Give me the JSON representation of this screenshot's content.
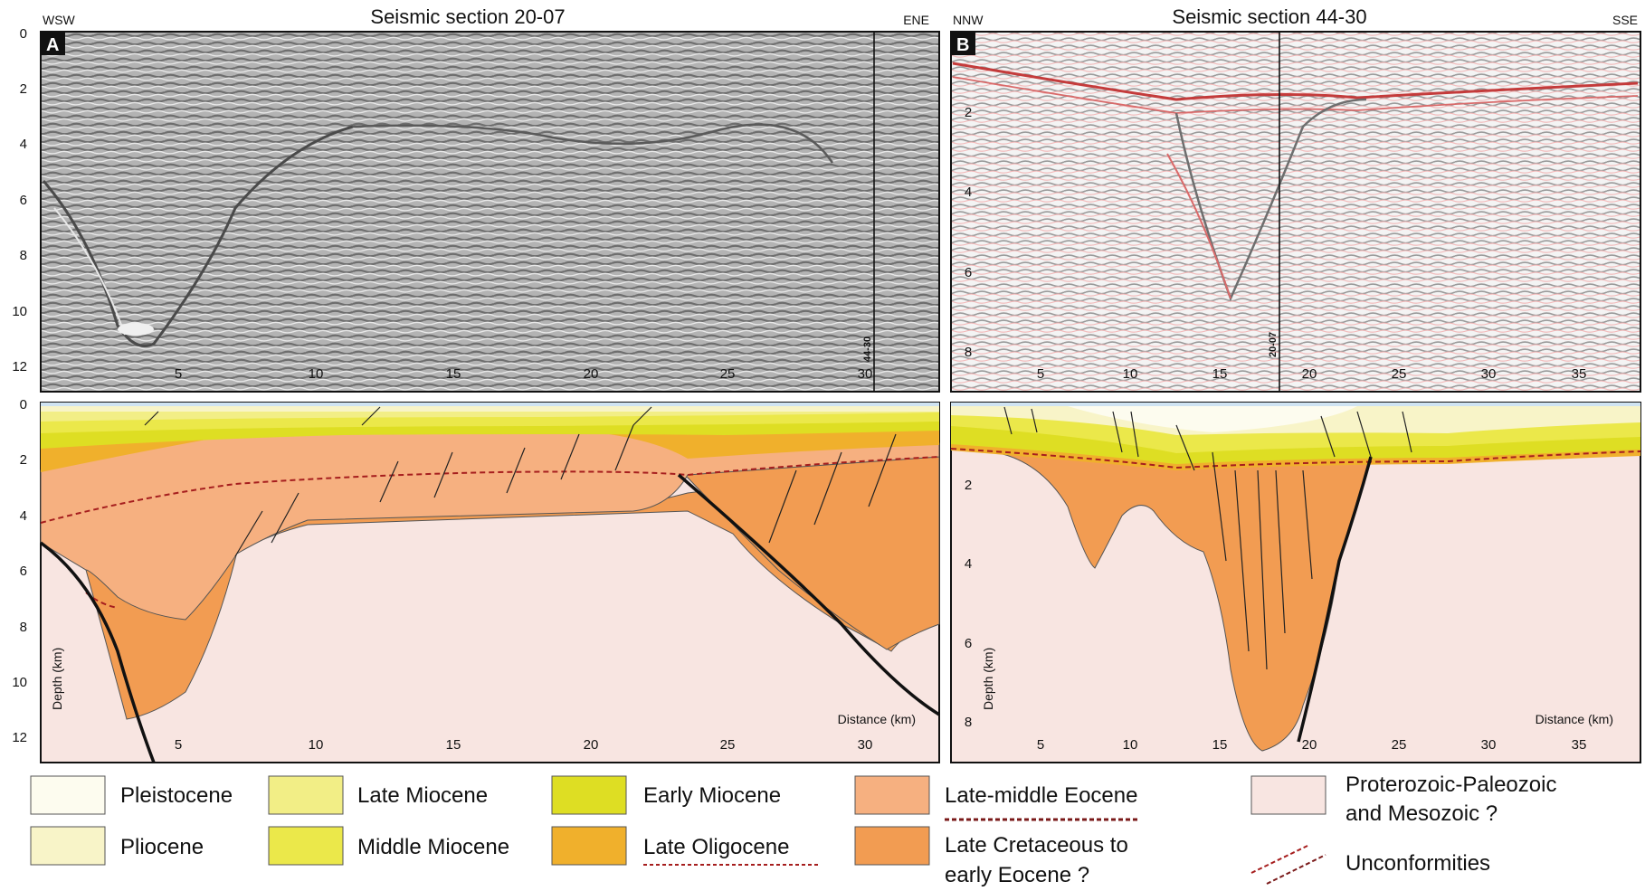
{
  "panel_a": {
    "title": "Seismic section 20-07",
    "left_dir": "WSW",
    "right_dir": "ENE",
    "label": "A",
    "crossline": "44-30",
    "depth_ticks": [
      "0",
      "2",
      "4",
      "6",
      "8",
      "10",
      "12"
    ],
    "distance_ticks": [
      "5",
      "10",
      "15",
      "20",
      "25",
      "30"
    ],
    "ylabel": "Depth (km)",
    "xlabel": "Distance (km)"
  },
  "panel_b": {
    "title": "Seismic section 44-30",
    "left_dir": "NNW",
    "right_dir": "SSE",
    "label": "B",
    "crossline": "20-07",
    "depth_ticks": [
      "2",
      "4",
      "6",
      "8"
    ],
    "section_depth_ticks": [
      "2",
      "4",
      "6",
      "8"
    ],
    "distance_ticks": [
      "5",
      "10",
      "15",
      "20",
      "25",
      "30",
      "35"
    ],
    "ylabel": "Depth (km)",
    "xlabel": "Distance (km)"
  },
  "legend": [
    {
      "label": "Pleistocene",
      "color": "#fdfcef"
    },
    {
      "label": "Pliocene",
      "color": "#f8f4c8"
    },
    {
      "label": "Late Miocene",
      "color": "#f2ee86"
    },
    {
      "label": "Middle Miocene",
      "color": "#ebe84a"
    },
    {
      "label": "Early Miocene",
      "color": "#dede23"
    },
    {
      "label": "Late Oligocene",
      "color": "#f0b02c"
    },
    {
      "label": "Late-middle Eocene",
      "color": "#f6b080"
    },
    {
      "label": "Late Cretaceous to",
      "label2": "early Eocene ?",
      "color": "#f29c52"
    },
    {
      "label": "Proterozoic-Paleozoic",
      "label2": "and Mesozoic ?",
      "color": "#f8e5e1"
    },
    {
      "label": "Unconformities",
      "color": "#a61e1e"
    }
  ]
}
